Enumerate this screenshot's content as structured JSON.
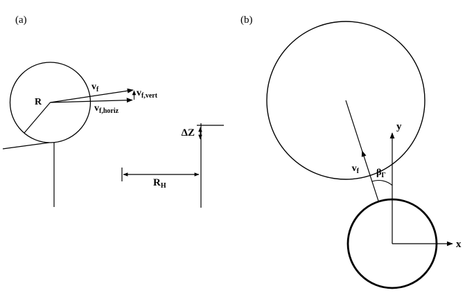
{
  "panel_a": {
    "label": "(a)",
    "radius_label": "R",
    "vf": {
      "base": "v",
      "sub": "f"
    },
    "vf_vert": {
      "base": "v",
      "sub": "f,vert"
    },
    "vf_horiz": {
      "base": "v",
      "sub": "f,horiz"
    },
    "delta_z_label": "ΔZ",
    "rh": {
      "base": "R",
      "sub": "H"
    }
  },
  "panel_b": {
    "label": "(b)",
    "vf": {
      "base": "v",
      "sub": "f"
    },
    "beta": {
      "base": "β",
      "sub": "Γ"
    },
    "x_axis_label": "x",
    "y_axis_label": "y"
  },
  "colors": {
    "ink": "#000000",
    "background": "#ffffff"
  }
}
